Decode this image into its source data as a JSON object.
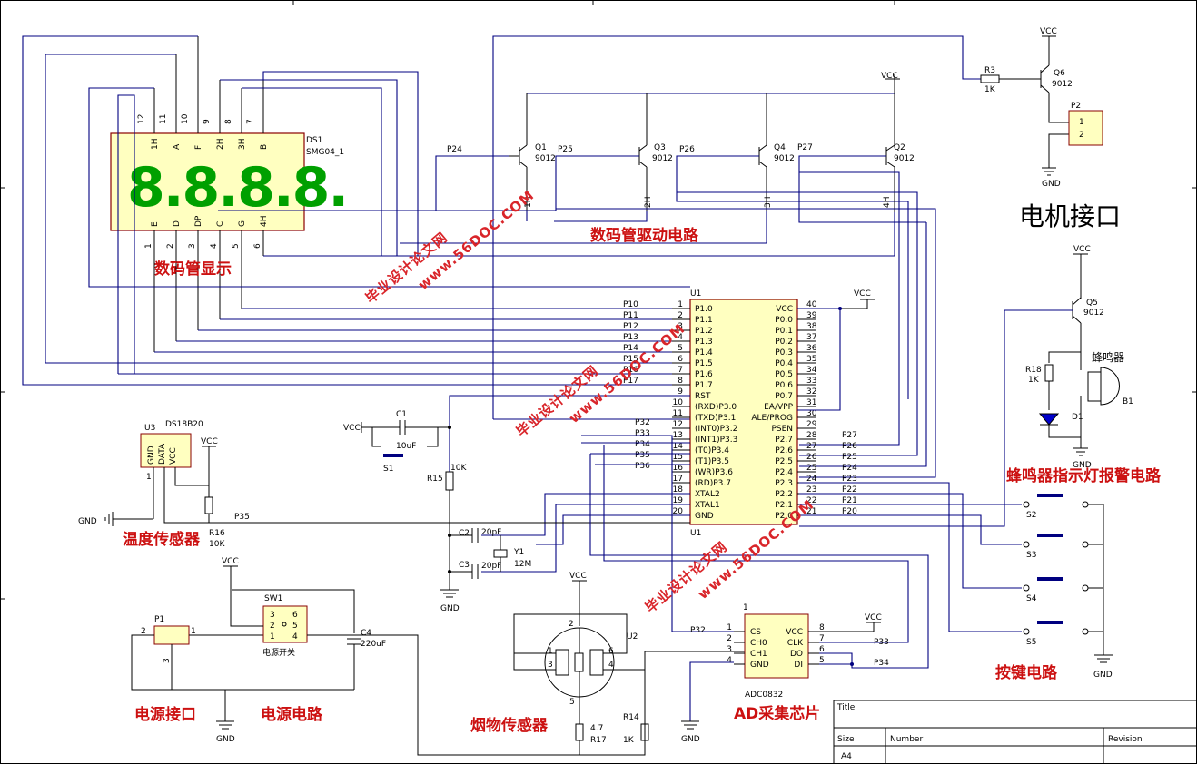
{
  "blocks": {
    "seg_display": "数码管显示",
    "seg_driver": "数码管驱动电路",
    "motor": "电机接口",
    "buzzer": "蜂鸣器指示灯报警电路",
    "keys": "按键电路",
    "temp": "温度传感器",
    "power_port": "电源接口",
    "power": "电源电路",
    "smoke": "烟物传感器",
    "adc_block": "AD采集芯片"
  },
  "ds1": {
    "ref": "DS1",
    "model": "SMG04_1",
    "top_pins": [
      "12",
      "11",
      "10",
      "9",
      "8",
      "7"
    ],
    "top_labels": [
      "1H",
      "A",
      "F",
      "2H",
      "3H",
      "B"
    ],
    "bottom_pins": [
      "1",
      "2",
      "3",
      "4",
      "5",
      "6"
    ],
    "bottom_labels": [
      "E",
      "D",
      "DP",
      "C",
      "G",
      "4H"
    ],
    "digits": "8.8.8.8."
  },
  "u1": {
    "ref": "U1",
    "left_pins": [
      "1",
      "2",
      "3",
      "4",
      "5",
      "6",
      "7",
      "8",
      "9",
      "10",
      "11",
      "12",
      "13",
      "14",
      "15",
      "16",
      "17",
      "18",
      "19",
      "20"
    ],
    "left_names": [
      "P1.0",
      "P1.1",
      "P1.2",
      "P1.3",
      "P1.4",
      "P1.5",
      "P1.6",
      "P1.7",
      "RST",
      "(RXD)P3.0",
      "(TXD)P3.1",
      "(INT0)P3.2",
      "(INT1)P3.3",
      "(T0)P3.4",
      "(T1)P3.5",
      "(WR)P3.6",
      "(RD)P3.7",
      "XTAL2",
      "XTAL1",
      "GND"
    ],
    "right_pins": [
      "40",
      "39",
      "38",
      "37",
      "36",
      "35",
      "34",
      "33",
      "32",
      "31",
      "30",
      "29",
      "28",
      "27",
      "26",
      "25",
      "24",
      "23",
      "22",
      "21"
    ],
    "right_names": [
      "VCC",
      "P0.0",
      "P0.1",
      "P0.2",
      "P0.3",
      "P0.4",
      "P0.5",
      "P0.6",
      "P0.7",
      "EA/VPP",
      "ALE/PROG",
      "PSEN",
      "P2.7",
      "P2.6",
      "P2.5",
      "P2.4",
      "P2.3",
      "P2.2",
      "P2.1",
      "P2.0"
    ],
    "left_nets": [
      "P10",
      "P11",
      "P12",
      "P13",
      "P14",
      "P15",
      "P16",
      "P17"
    ],
    "p3_nets": [
      "P32",
      "P33",
      "P34",
      "P35",
      "P36"
    ],
    "p2_nets": [
      "P27",
      "P26",
      "P25",
      "P24",
      "P23",
      "P22",
      "P21",
      "P20"
    ]
  },
  "transistors": {
    "q1": {
      "ref": "Q1",
      "part": "9012",
      "net": "P24",
      "out": "1H"
    },
    "q3": {
      "ref": "Q3",
      "part": "9012",
      "net": "P25",
      "out": "2H"
    },
    "q4": {
      "ref": "Q4",
      "part": "9012",
      "net": "P26",
      "out": "3H"
    },
    "q2": {
      "ref": "Q2",
      "part": "9012",
      "net": "P27",
      "out": "4H"
    },
    "q6": {
      "ref": "Q6",
      "part": "9012"
    },
    "q5": {
      "ref": "Q5",
      "part": "9012"
    }
  },
  "motor": {
    "r3": "R3",
    "r3v": "1K",
    "p2": "P2",
    "pins": [
      "1",
      "2"
    ]
  },
  "buzzer": {
    "r18": "R18",
    "r18v": "1K",
    "d1": "D1",
    "b1": "B1",
    "label": "蜂鸣器"
  },
  "keys": {
    "s2": "S2",
    "s3": "S3",
    "s4": "S4",
    "s5": "S5"
  },
  "reset": {
    "c1": "C1",
    "c1v": "10uF",
    "r15": "R15",
    "r15v": "10K",
    "s1": "S1"
  },
  "crystal": {
    "c2": "C2",
    "c2v": "20pF",
    "c3": "C3",
    "c3v": "20pF",
    "y1": "Y1",
    "y1v": "12M"
  },
  "ds18": {
    "ref": "U3",
    "part": "DS18B20",
    "pins": [
      "GND",
      "DATA",
      "VCC"
    ],
    "r16": "R16",
    "r16v": "10K",
    "net": "P35"
  },
  "power": {
    "p1": "P1",
    "sw1": "SW1",
    "sw_label": "电源开关",
    "c4": "C4",
    "c4v": "220uF"
  },
  "smoke": {
    "u2": "U2",
    "r17": "R17",
    "r17v": "4.7",
    "r14": "R14",
    "r14v": "1K"
  },
  "adc": {
    "part": "ADC0832",
    "pin1": "1",
    "left_pins": [
      "1",
      "2",
      "3",
      "4"
    ],
    "left_names": [
      "CS",
      "CH0",
      "CH1",
      "GND"
    ],
    "right_pins": [
      "8",
      "7",
      "6",
      "5"
    ],
    "right_names": [
      "VCC",
      "CLK",
      "DO",
      "DI"
    ],
    "nets": {
      "cs": "P32",
      "clk": "P33",
      "di": "P34"
    }
  },
  "common": {
    "vcc": "VCC",
    "gnd": "GND"
  },
  "title_block": {
    "title": "Title",
    "size_label": "Size",
    "size": "A4",
    "number": "Number",
    "revision": "Revision"
  },
  "watermarks": [
    "毕业设计论文网",
    "www.56DOC.COM"
  ]
}
